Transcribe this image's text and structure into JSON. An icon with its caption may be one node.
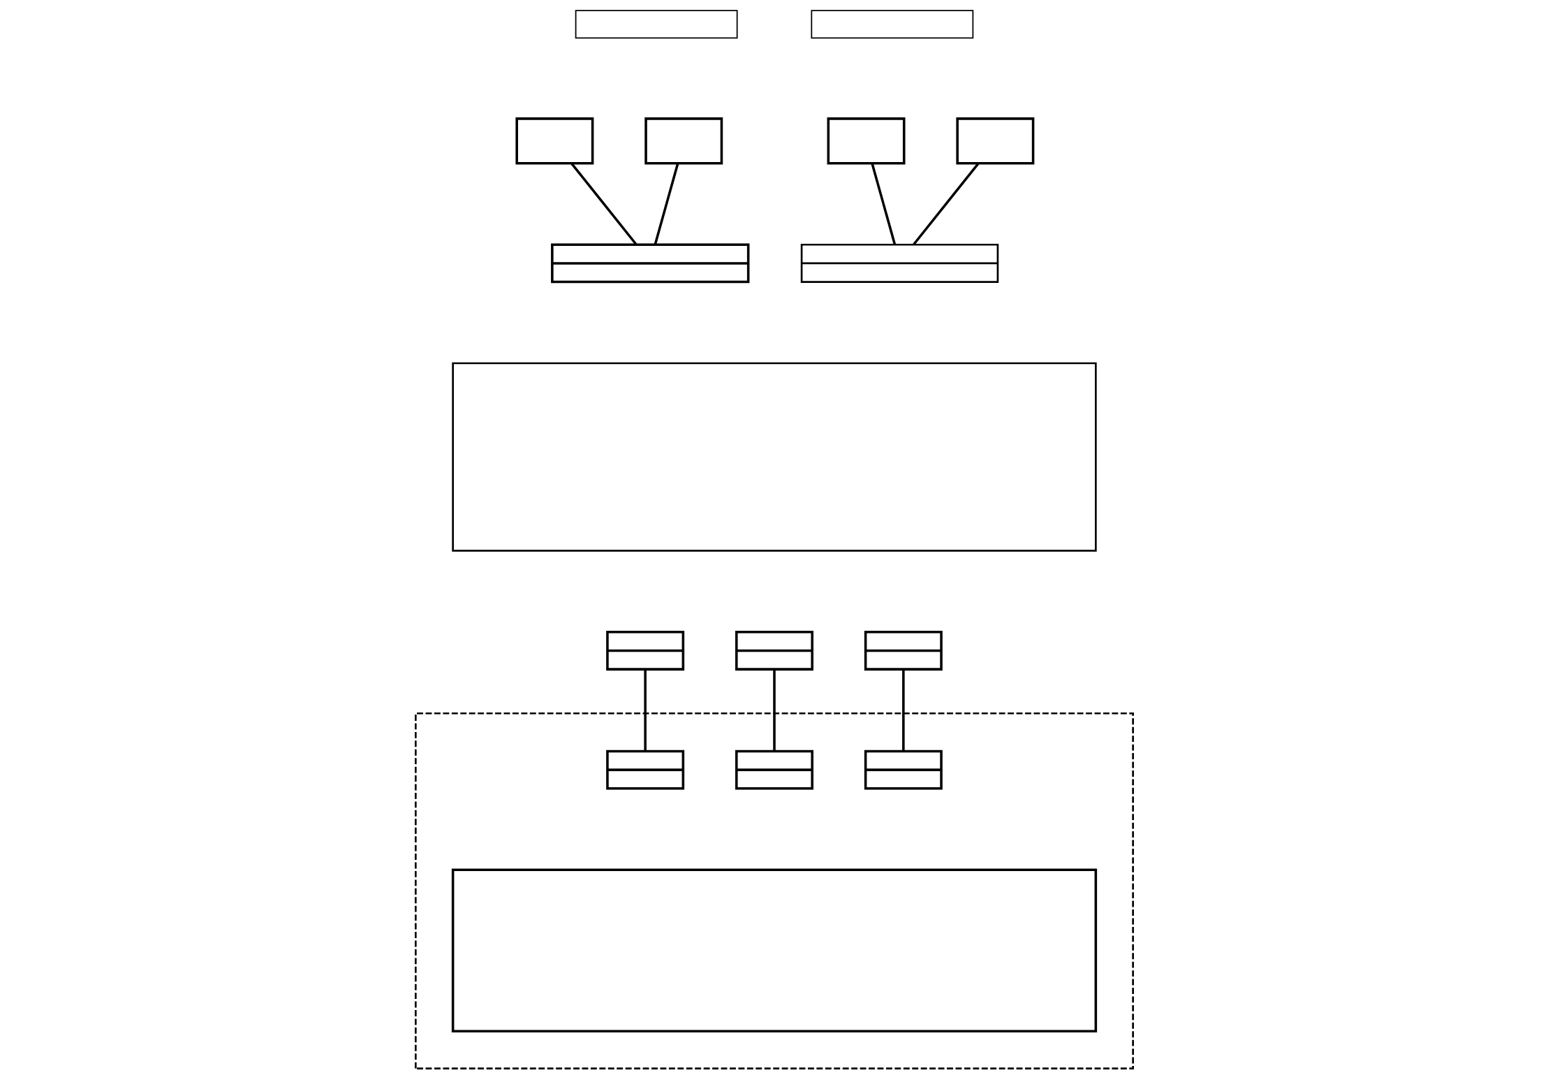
{
  "diagram": {
    "nodes": [
      {
        "text": [],
        "shape": "box"
      },
      {
        "text": [],
        "shape": "box"
      },
      {
        "text": [],
        "shape": "box"
      },
      {
        "text": [],
        "shape": "box"
      },
      {
        "text": [],
        "shape": "box"
      },
      {
        "text": [],
        "shape": "box"
      },
      {
        "text": [],
        "shape": "box"
      },
      {
        "text": [],
        "shape": "box"
      },
      {
        "text": [],
        "shape": "box"
      },
      {
        "text": [],
        "shape": "box"
      },
      {
        "text": [],
        "shape": "box"
      },
      {
        "text": [],
        "shape": "box"
      },
      {
        "text": [],
        "shape": "box"
      },
      {
        "text": [],
        "shape": "box",
        "in": 12
      },
      {
        "text": [],
        "shape": "box",
        "in": 12
      },
      {
        "text": [],
        "shape": "box",
        "in": 12
      },
      {
        "text": [],
        "shape": "box",
        "in": 12
      }
    ],
    "edges": [
      {
        "from": 2,
        "to": 6,
        "arrow": "none"
      },
      {
        "from": 3,
        "to": 6,
        "arrow": "none"
      },
      {
        "from": 4,
        "to": 7,
        "arrow": "none"
      },
      {
        "from": 5,
        "to": 7,
        "arrow": "none"
      },
      {
        "from": 9,
        "to": 13,
        "arrow": "none"
      },
      {
        "from": 10,
        "to": 14,
        "arrow": "none"
      },
      {
        "from": 11,
        "to": 15,
        "arrow": "none"
      }
    ]
  }
}
